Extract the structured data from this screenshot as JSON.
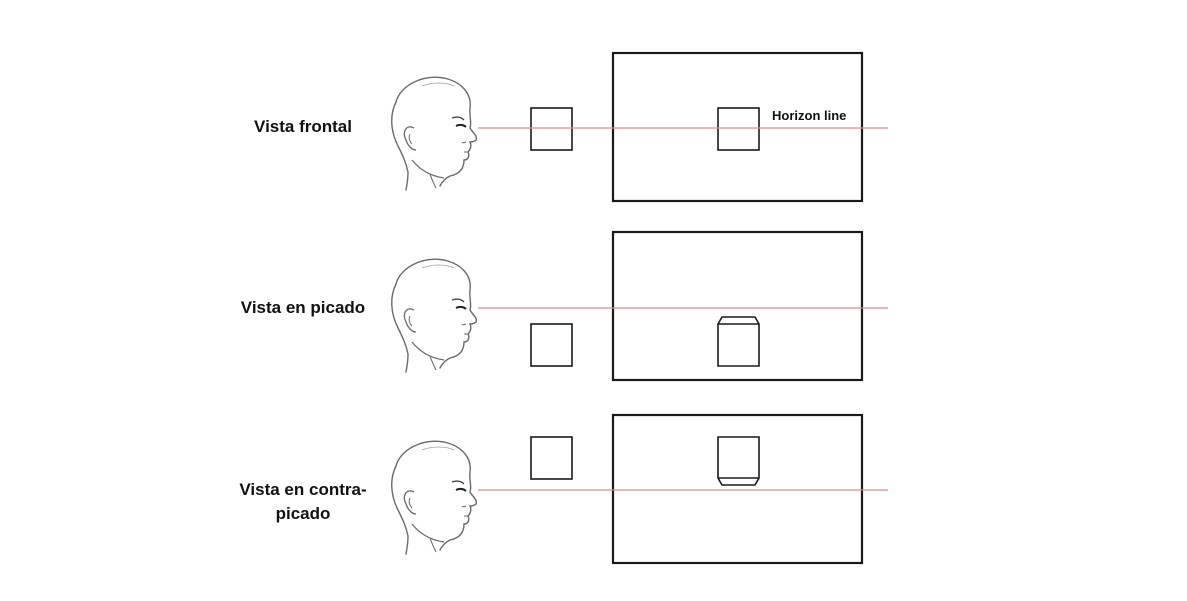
{
  "horizon_label": "Horizon line",
  "colors": {
    "horizon": "#d98c94",
    "stroke": "#1a1a1a",
    "sketch": "#6a6a6a",
    "background": "#ffffff"
  },
  "rows": [
    {
      "label": "Vista frontal",
      "view": "frontal"
    },
    {
      "label": "Vista en picado",
      "view": "picado"
    },
    {
      "label": "Vista en contra-\npicado",
      "view": "contrapicado"
    }
  ]
}
